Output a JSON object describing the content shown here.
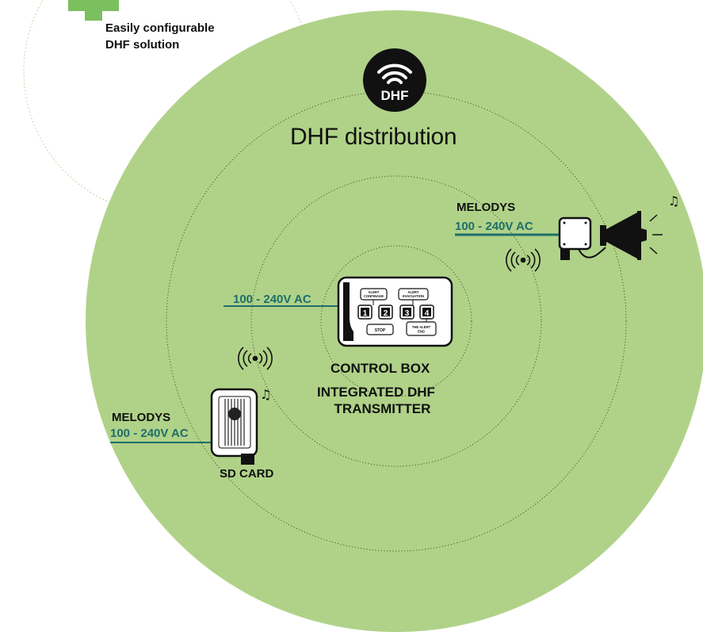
{
  "intro": {
    "line1": "Easily configurable",
    "line2": "DHF solution"
  },
  "badge": {
    "label": "DHF",
    "icon": "wifi-icon"
  },
  "title": "DHF distribution",
  "control_box": {
    "title": "CONTROL BOX",
    "subtitle_line1": "INTEGRATED DHF",
    "subtitle_line2": "TRANSMITTER",
    "voltage": "100 - 240V AC",
    "panel": {
      "alert_confinement": "ALERT CONFINAGE",
      "alert_evacuation": "ALERT EVACUATION",
      "buttons": [
        "1",
        "2",
        "3",
        "4"
      ],
      "stop": "STOP",
      "end": "THE ALERT END"
    }
  },
  "melodys_speaker": {
    "name": "MELODYS",
    "voltage": "100 - 240V AC"
  },
  "melodys_sdcard": {
    "name": "MELODYS",
    "voltage": "100 - 240V AC",
    "card": "SD CARD"
  },
  "colors": {
    "zone_fill": "#b0d288",
    "accent_green": "#7cbf5e",
    "voltage_teal": "#1d6f6b",
    "badge": "#111111"
  }
}
